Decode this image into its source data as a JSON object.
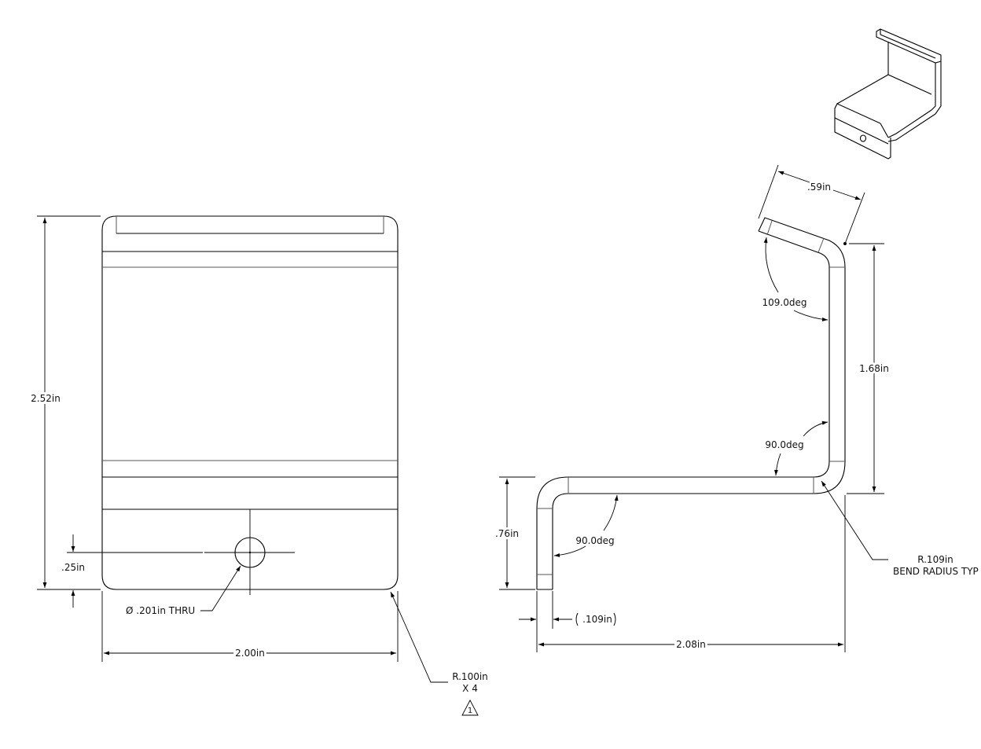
{
  "front_view": {
    "height_dim": "2.52in",
    "width_dim": "2.00in",
    "hole_offset_dim": ".25in",
    "hole_callout": "Ø .201in THRU",
    "corner_radius": "R.100in",
    "corner_count": "X 4",
    "note_flag": "1"
  },
  "side_view": {
    "flange_width_dim": ".59in",
    "top_angle": "109.0deg",
    "upper_leg_dim": "1.68in",
    "inner_angle_upper": "90.0deg",
    "inner_angle_lower": "90.0deg",
    "lower_leg_dim": ".76in",
    "thickness_dim": ".109in",
    "overall_width_dim": "2.08in",
    "bend_radius": "R.109in",
    "bend_radius_note": "BEND RADIUS TYP"
  }
}
